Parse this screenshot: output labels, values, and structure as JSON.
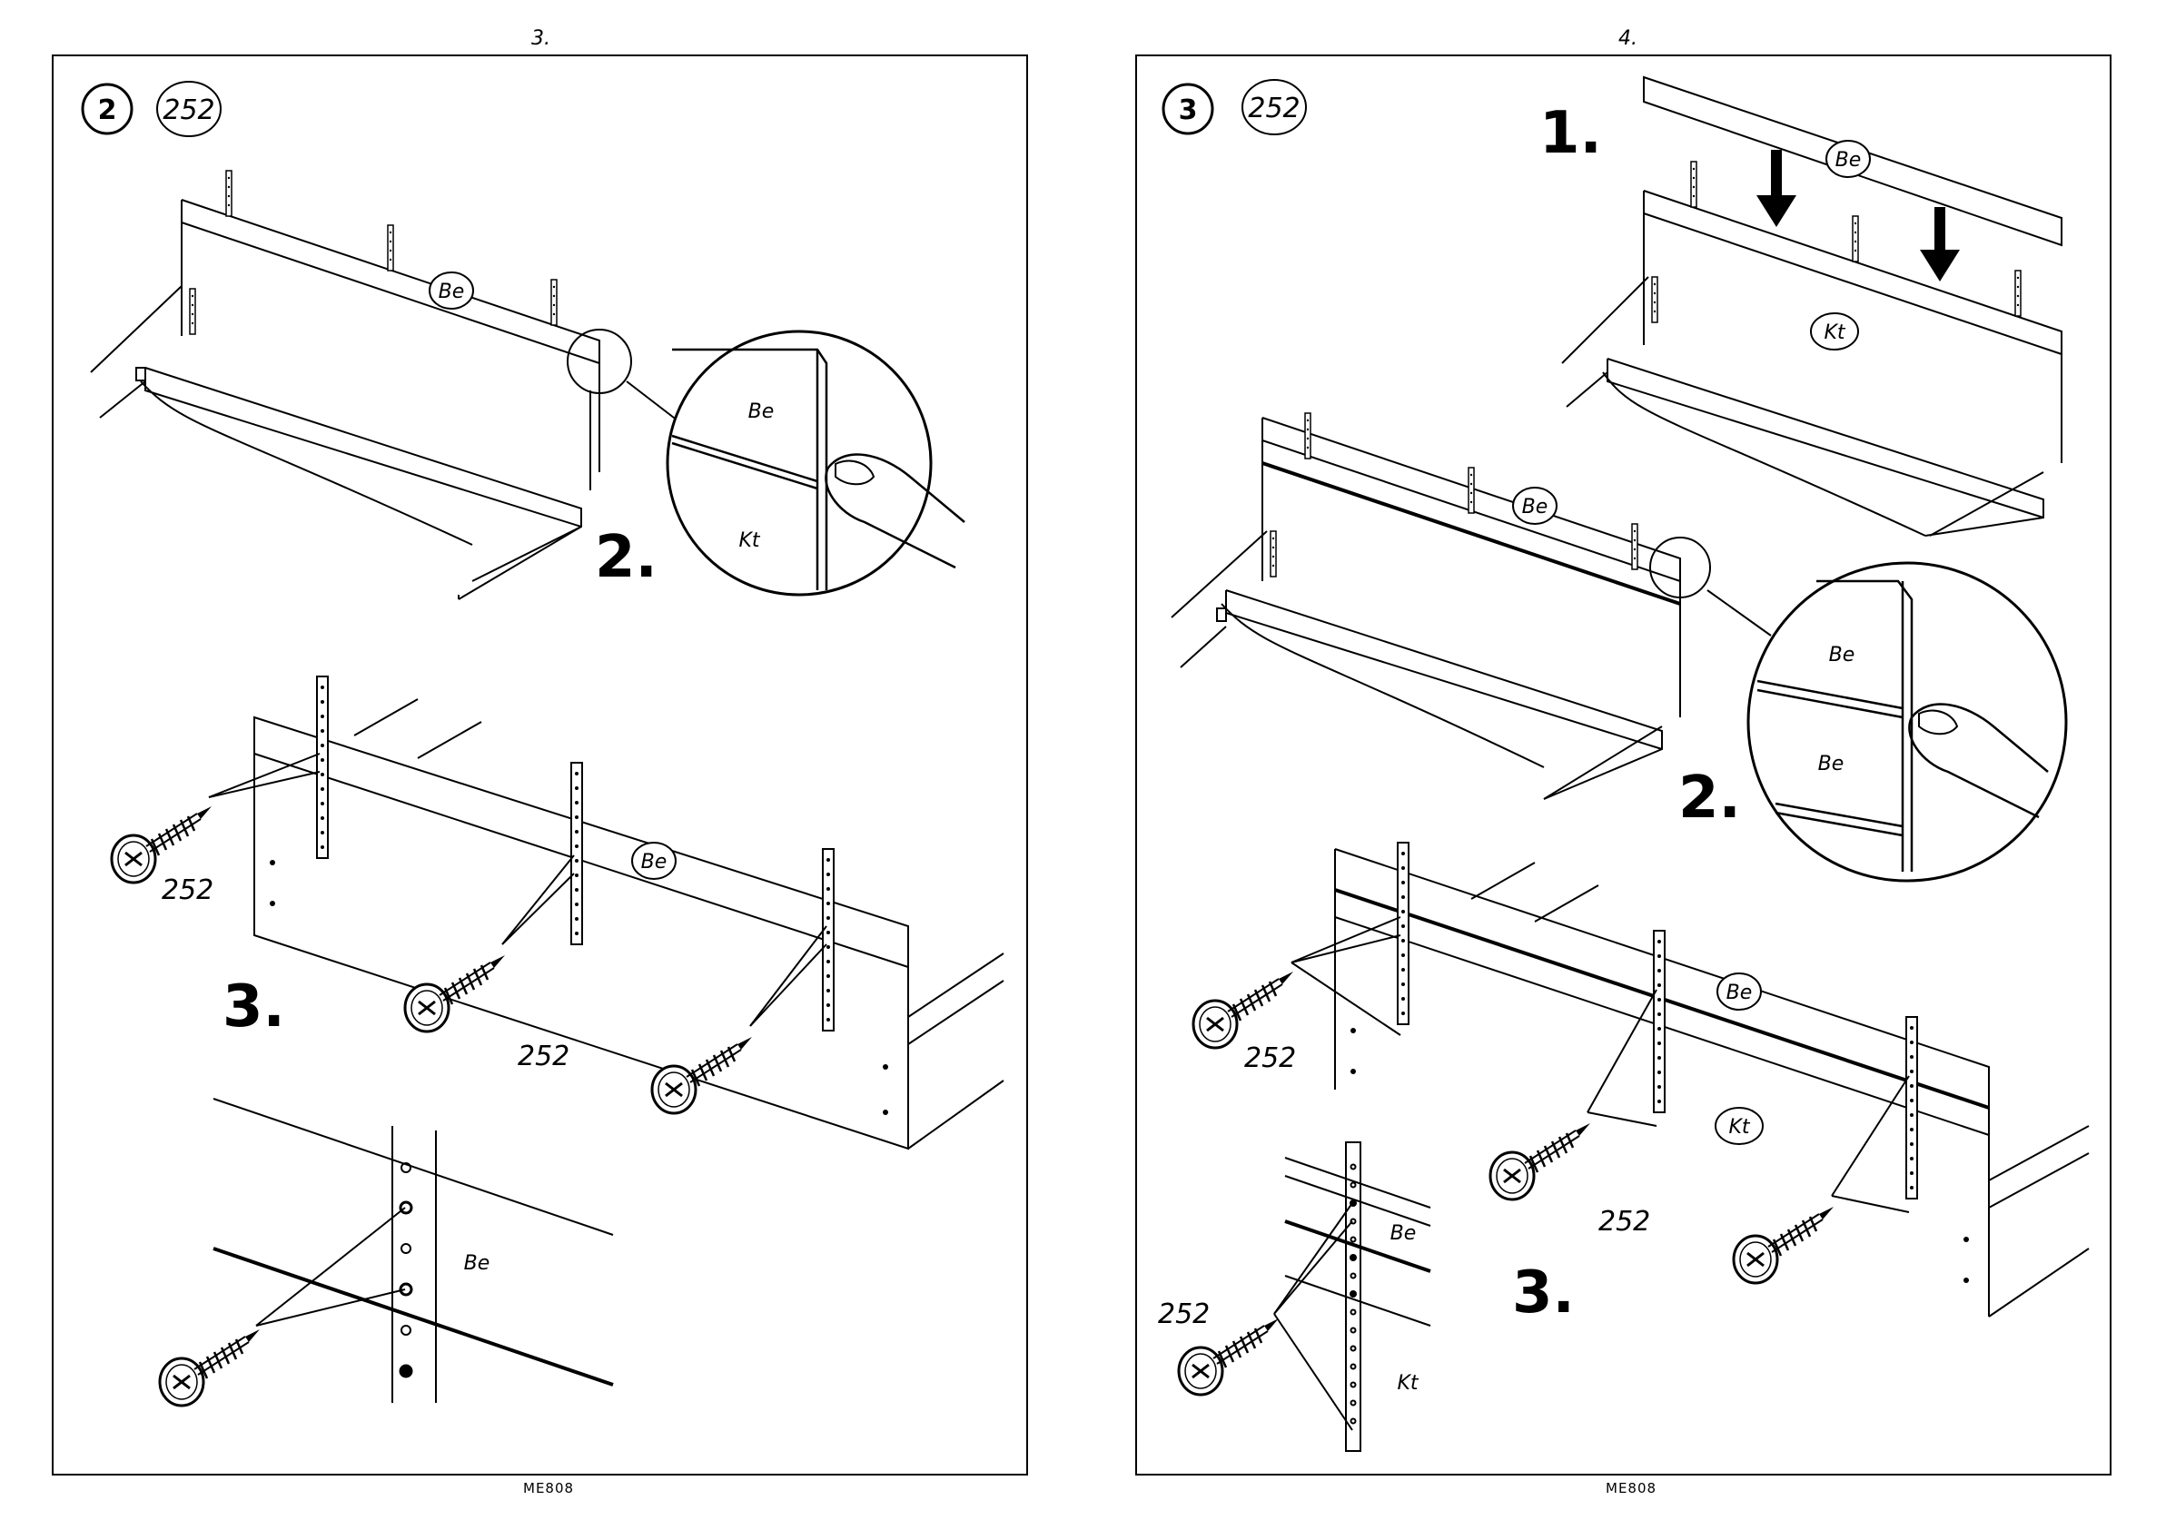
{
  "pages": [
    {
      "page_number": "3.",
      "footer": "ME808",
      "step_badge": "2",
      "part_badge": "252",
      "labels": {
        "be_top": "Be",
        "zoom_be": "Be",
        "zoom_kt": "Kt",
        "sub2": "2.",
        "sub3": "3.",
        "screw_a": "252",
        "screw_b": "252",
        "be_mid": "Be",
        "be_bottom": "Be"
      }
    },
    {
      "page_number": "4.",
      "footer": "ME808",
      "step_badge": "3",
      "part_badge": "252",
      "labels": {
        "sub1": "1.",
        "be_rail": "Be",
        "kt_top": "Kt",
        "be_mid": "Be",
        "zoom_be1": "Be",
        "zoom_be2": "Be",
        "sub2": "2.",
        "be_lower": "Be",
        "kt_lower": "Kt",
        "screw_a": "252",
        "screw_b": "252",
        "screw_c": "252",
        "detail_be": "Be",
        "detail_kt": "Kt",
        "sub3": "3."
      }
    }
  ]
}
